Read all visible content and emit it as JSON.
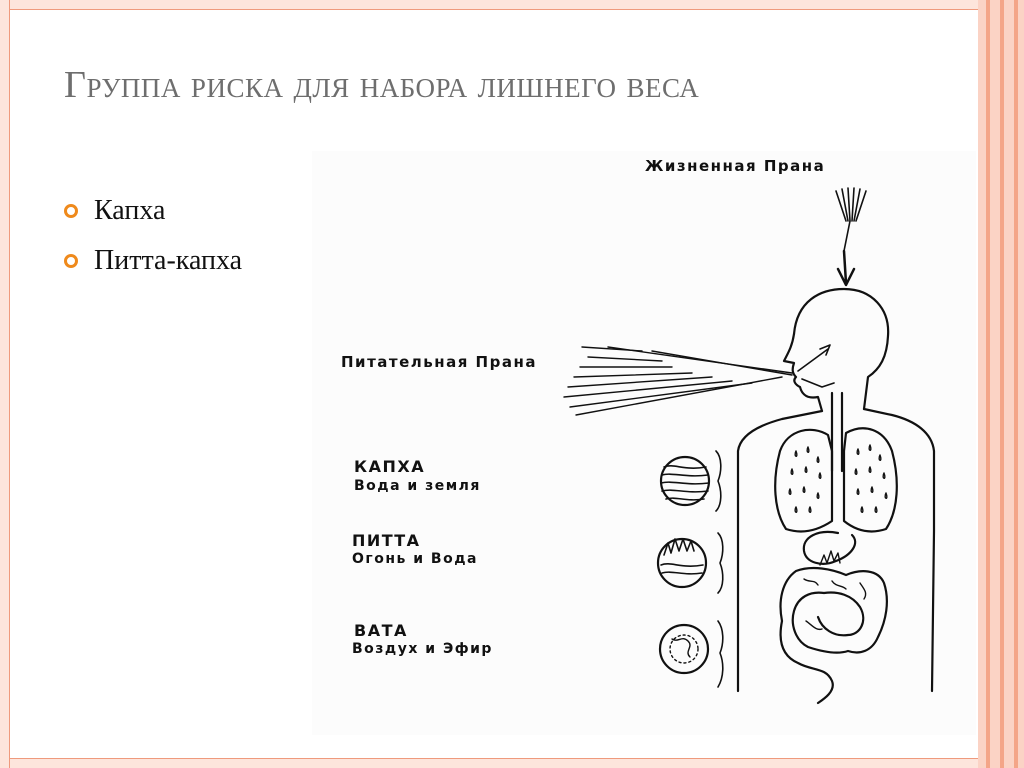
{
  "slide": {
    "title": "Группа риска для набора лишнего веса",
    "bullets": [
      "Капха",
      "Питта-капха"
    ]
  },
  "figure": {
    "vital_prana": "Жизненная Прана",
    "nutritive_prana": "Питательная Прана",
    "kapha": {
      "name": "КАПХА",
      "elements": "Вода и земля"
    },
    "pitta": {
      "name": "ПИТТА",
      "elements": "Огонь и Вода"
    },
    "vata": {
      "name": "ВАТА",
      "elements": "Воздух и Эфир"
    }
  },
  "colors": {
    "accent": "#ef8a1c",
    "frame": "#fbd3c5",
    "title": "#6e6e6e"
  }
}
